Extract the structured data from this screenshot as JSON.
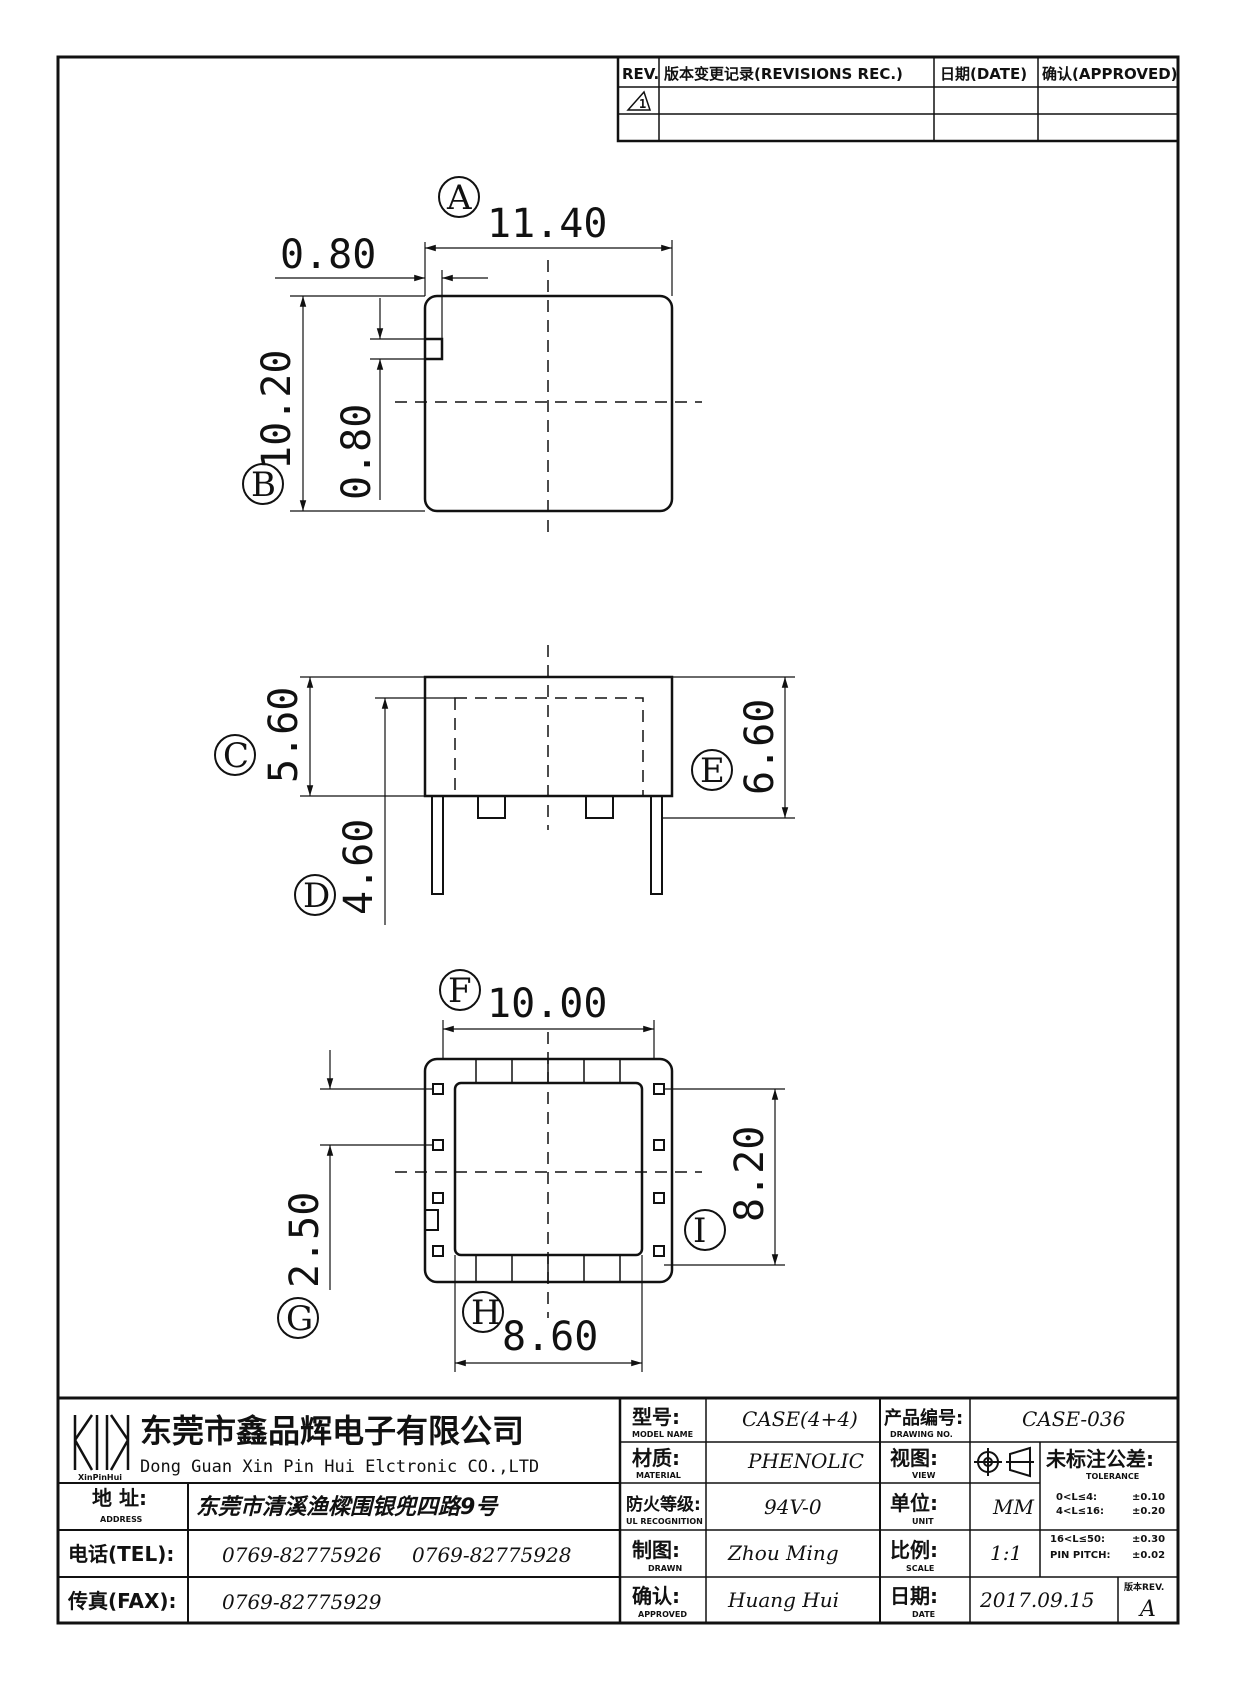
{
  "revisions": {
    "rev_header": "REV.",
    "record_header": "版本变更记录(REVISIONS REC.)",
    "date_header": "日期(DATE)",
    "approved_header": "确认(APPROVED)",
    "rev_symbol": "1"
  },
  "dimensions": {
    "top_view": {
      "a_label": "A",
      "a_value": "11.40",
      "tab_width": "0.80",
      "b_label": "B",
      "b_value": "10.20",
      "tab_height": "0.80"
    },
    "side_view": {
      "c_label": "C",
      "c_value": "5.60",
      "d_label": "D",
      "d_value": "4.60",
      "e_label": "E",
      "e_value": "6.60"
    },
    "bottom_view": {
      "f_label": "F",
      "f_value": "10.00",
      "g_label": "G",
      "g_value": "2.50",
      "h_label": "H",
      "h_value": "8.60",
      "i_label": "I",
      "i_value": "8.20"
    }
  },
  "title_block": {
    "logo_text": "XinPinHui",
    "company_cn": "东莞市鑫品辉电子有限公司",
    "company_en": "Dong Guan Xin Pin Hui Elctronic CO.,LTD",
    "address_label": "地  址:",
    "address_label_en": "ADDRESS",
    "address_value": "东莞市清溪渔樑围银兜四路9号",
    "tel_label": "电话(TEL):",
    "tel_value_1": "0769-82775926",
    "tel_value_2": "0769-82775928",
    "fax_label": "传真(FAX):",
    "fax_value": "0769-82775929",
    "model_label": "型号:",
    "model_label_en": "MODEL NAME",
    "model_value": "CASE(4+4)",
    "material_label": "材质:",
    "material_label_en": "MATERIAL",
    "material_value": "PHENOLIC",
    "ul_label": "防火等级:",
    "ul_label_en": "UL RECOGNITION",
    "ul_value": "94V-0",
    "drawn_label": "制图:",
    "drawn_label_en": "DRAWN",
    "drawn_value": "Zhou Ming",
    "approved_label": "确认:",
    "approved_label_en": "APPROVED",
    "approved_value": "Huang Hui",
    "drawing_no_label": "产品编号:",
    "drawing_no_label_en": "DRAWING NO.",
    "drawing_no_value": "CASE-036",
    "view_label": "视图:",
    "view_label_en": "VIEW",
    "unit_label": "单位:",
    "unit_label_en": "UNIT",
    "unit_value": "MM",
    "scale_label": "比例:",
    "scale_label_en": "SCALE",
    "scale_value": "1:1",
    "date_label": "日期:",
    "date_label_en": "DATE",
    "date_value": "2017.09.15",
    "tolerance_label": "未标注公差:",
    "tolerance_label_en": "TOLERANCE",
    "tol_r1_range": "0<L≤4:",
    "tol_r1_val": "±0.10",
    "tol_r2_range": "4<L≤16:",
    "tol_r2_val": "±0.20",
    "tol_r3_range": "16<L≤50:",
    "tol_r3_val": "±0.30",
    "tol_r4_range": "PIN PITCH:",
    "tol_r4_val": "±0.02",
    "version_label": "版本REV.",
    "version_value": "A"
  }
}
